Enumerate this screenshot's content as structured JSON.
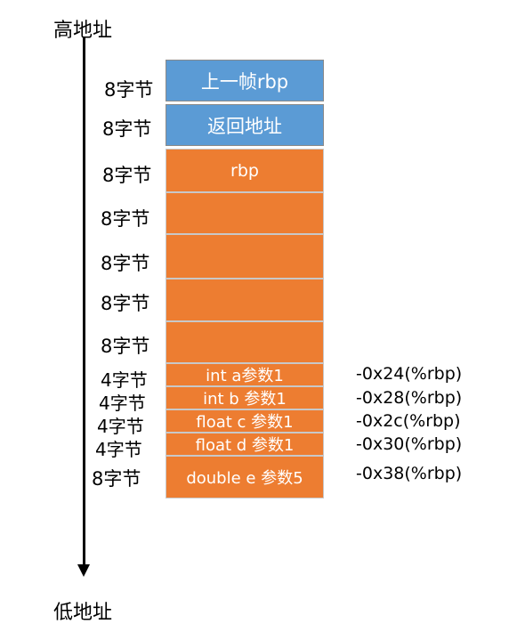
{
  "axis": {
    "top_label": "高地址",
    "bottom_label": "低地址"
  },
  "blocks": [
    {
      "label": "上一帧rbp",
      "size": "8字节",
      "offset": "",
      "color": "#5b9bd5"
    },
    {
      "label": "返回地址",
      "size": "8字节",
      "offset": "",
      "color": "#5b9bd5"
    },
    {
      "label": "rbp",
      "size": "8字节",
      "offset": "",
      "color": "#ed7d31"
    },
    {
      "label": "",
      "size": "8字节",
      "offset": "",
      "color": "#ed7d31"
    },
    {
      "label": "",
      "size": "8字节",
      "offset": "",
      "color": "#ed7d31"
    },
    {
      "label": "",
      "size": "8字节",
      "offset": "",
      "color": "#ed7d31"
    },
    {
      "label": "",
      "size": "8字节",
      "offset": "",
      "color": "#ed7d31"
    },
    {
      "label": "int a参数1",
      "size": "4字节",
      "offset": "-0x24(%rbp)",
      "color": "#ed7d31"
    },
    {
      "label": "int b 参数1",
      "size": "4字节",
      "offset": "-0x28(%rbp)",
      "color": "#ed7d31"
    },
    {
      "label": "float c 参数1",
      "size": "4字节",
      "offset": "-0x2c(%rbp)",
      "color": "#ed7d31"
    },
    {
      "label": "float d 参数1",
      "size": "4字节",
      "offset": "-0x30(%rbp)",
      "color": "#ed7d31"
    },
    {
      "label": "double e 参数5",
      "size": "8字节",
      "offset": "-0x38(%rbp)",
      "color": "#ed7d31"
    }
  ]
}
